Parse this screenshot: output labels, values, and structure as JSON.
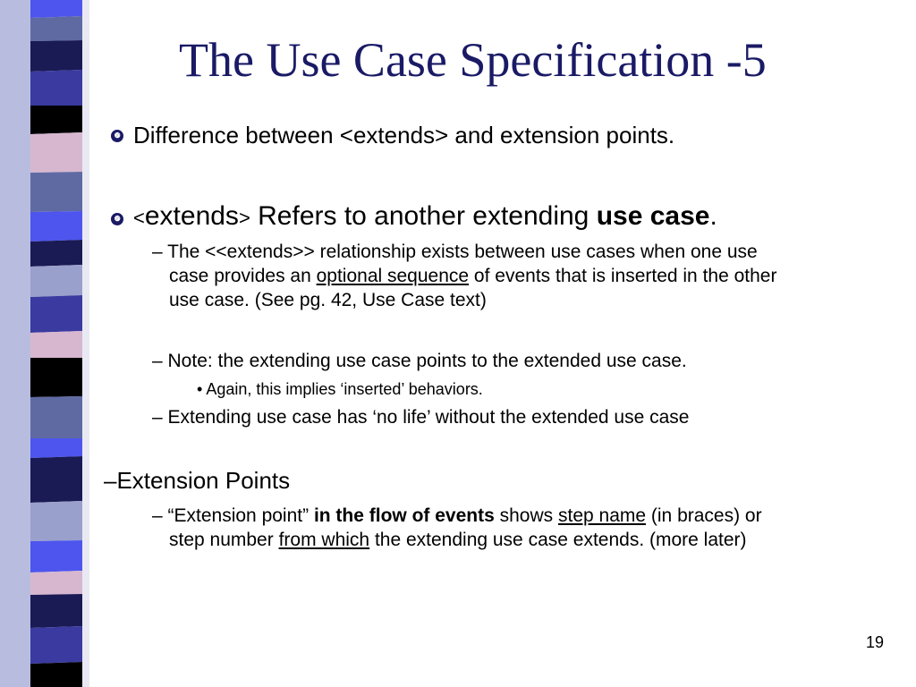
{
  "slide": {
    "title": "The Use Case Specification -5",
    "page_number": "19",
    "bullet_glyph": "❿",
    "colors": {
      "title": "#1a1a66",
      "bullet": "#1a1a66",
      "stripe_dark_navy": "#1a1a55",
      "stripe_blue": "#4d55ee",
      "stripe_slate": "#5f6aa3",
      "stripe_black": "#000000",
      "stripe_pink": "#d7b7cf",
      "stripe_lavender": "#9aa0cc"
    },
    "items": {
      "diff": {
        "text": "Difference between <extends> and extension points."
      },
      "extends": {
        "lt": "<",
        "word": "extends",
        "gt": ">",
        "text": " Refers to another extending ",
        "bold": "use case",
        "end": "."
      },
      "rel": {
        "line1": "– The <<extends>> relationship exists between use cases when one use",
        "line2_a": "case provides an ",
        "line2_u": "optional sequence",
        "line2_b": " of events that is inserted in the other",
        "line3": "use case.   (See pg. 42, Use Case text)"
      },
      "note": {
        "text": "– Note:  the extending use case points to the extended use case."
      },
      "again": {
        "bullet": "•",
        "text": "Again, this implies ‘inserted’ behaviors."
      },
      "nolife": {
        "text": "– Extending use case has ‘no life’ without the extended use case"
      },
      "extpoints": {
        "text": "–Extension Points"
      },
      "ep": {
        "l1_a": "– “Extension point” ",
        "l1_b": "in the flow of events",
        "l1_c": " shows ",
        "l1_u": "step name",
        "l1_d": " (in braces) or",
        "l2_a": "step number ",
        "l2_u": "from which",
        "l2_b": " the extending use case extends. (more later)"
      }
    }
  }
}
